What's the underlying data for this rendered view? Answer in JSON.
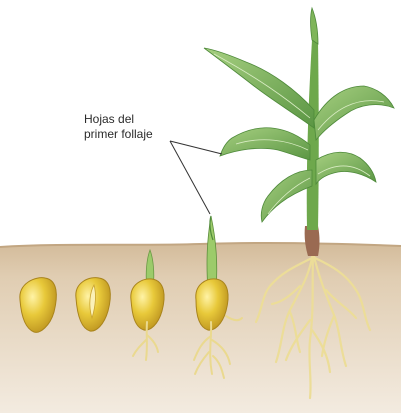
{
  "diagram": {
    "label": {
      "line1": "Hojas del",
      "line2": "primer follaje"
    },
    "colors": {
      "soil": "#d8c3a6",
      "soil_edge": "#c9ae8c",
      "seed": "#e7c73a",
      "leaf": "#7fb55a",
      "leaf_dark": "#4e8a3a",
      "root": "#efe3a8",
      "stem_base": "#9a6a52"
    },
    "stages": [
      "seed",
      "seed-split",
      "coleoptile",
      "first-leaves",
      "young-plant"
    ]
  }
}
